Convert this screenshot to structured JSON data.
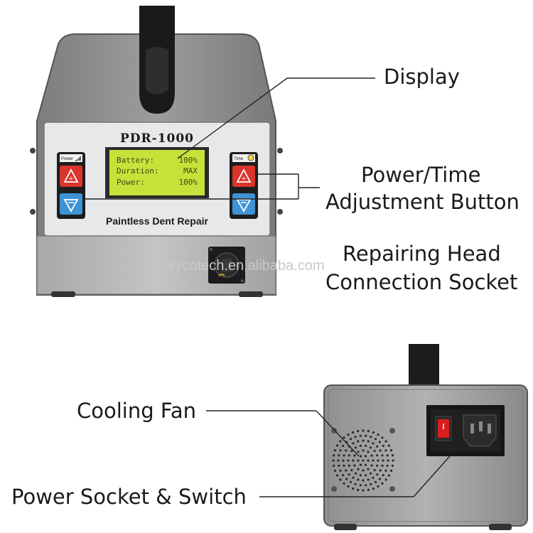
{
  "device": {
    "model": "PDR-1000",
    "tagline": "Paintless Dent Repair",
    "left_key_label": "Power",
    "right_key_label": "Time",
    "display_lines": [
      {
        "key": "Battery:",
        "value": "100%"
      },
      {
        "key": "Duration:",
        "value": "MAX"
      },
      {
        "key": "Power:",
        "value": "100%"
      }
    ]
  },
  "callouts": {
    "display": "Display",
    "adjust_line1": "Power/Time",
    "adjust_line2": "Adjustment Button",
    "socket_line1": "Repairing Head",
    "socket_line2": "Connection Socket",
    "fan": "Cooling Fan",
    "power": "Power Socket & Switch"
  },
  "watermark": "wycotech.en.alibaba.com",
  "colors": {
    "lcd": "#c6e23a",
    "up_button": "#d9352c",
    "down_button": "#3e93d6",
    "switch": "#d81e1e"
  }
}
